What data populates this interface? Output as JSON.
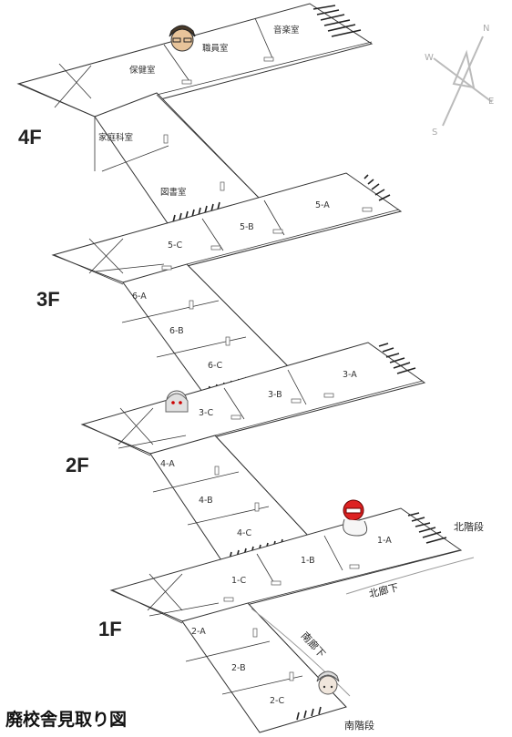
{
  "title": "廃校舎見取り図",
  "floors": {
    "f4": {
      "label": "4F",
      "rooms": [
        "保健室",
        "職員室",
        "音楽室",
        "家庭科室",
        "図書室"
      ]
    },
    "f3": {
      "label": "3F",
      "rooms": [
        "5-A",
        "5-B",
        "5-C",
        "6-A",
        "6-B",
        "6-C"
      ]
    },
    "f2": {
      "label": "2F",
      "rooms": [
        "3-A",
        "3-B",
        "3-C",
        "4-A",
        "4-B",
        "4-C"
      ]
    },
    "f1": {
      "label": "1F",
      "rooms": [
        "1-A",
        "1-B",
        "1-C",
        "2-A",
        "2-B",
        "2-C"
      ]
    }
  },
  "annotations": {
    "north_stairs": "北階段",
    "north_corridor": "北廊下",
    "south_corridor": "南廊下",
    "south_stairs": "南階段"
  },
  "compass": {
    "n": "N",
    "s": "S",
    "e": "E",
    "w": "W"
  },
  "icons": [
    "ghost-girl-icon",
    "teacher-head-icon",
    "red-helmet-creature-icon",
    "white-haired-child-icon"
  ]
}
